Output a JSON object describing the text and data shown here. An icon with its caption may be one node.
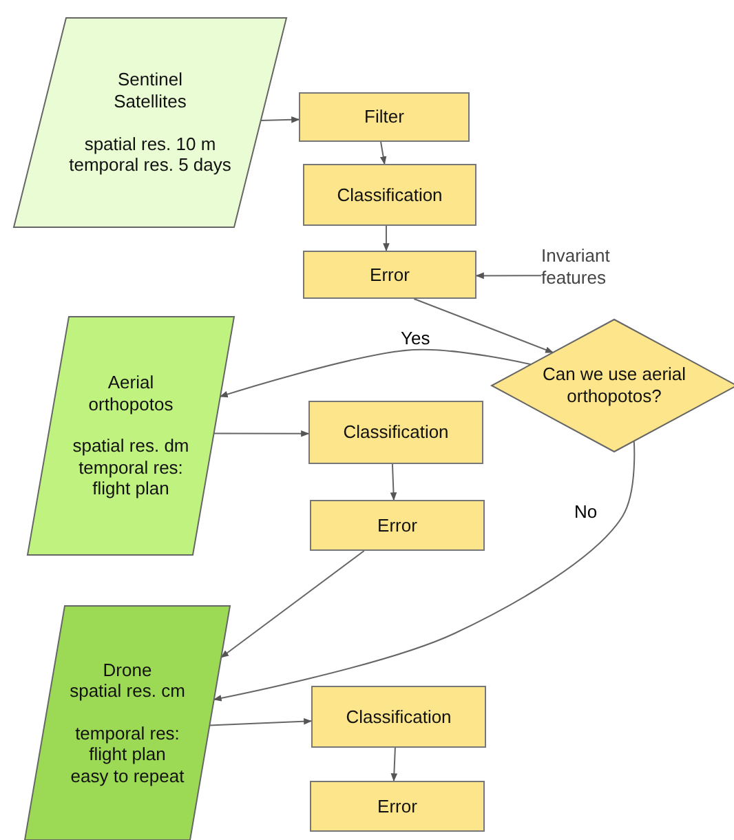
{
  "diagram": {
    "nodes": [
      {
        "text": [
          "Sentinel Satellites",
          "spatial res. 10 m temporal res. 5 days"
        ]
      },
      {
        "text": [
          "Filter"
        ]
      },
      {
        "text": [
          "Classification"
        ]
      },
      {
        "text": [
          "Error"
        ]
      },
      {
        "text": [
          "Invariant features"
        ]
      },
      {
        "text": [
          "Can we use aerial orthopotos?"
        ]
      },
      {
        "text": [
          "Aerial orthopotos",
          "spatial res. dm temporal res: flight plan"
        ]
      },
      {
        "text": [
          "Classification"
        ]
      },
      {
        "text": [
          "Error"
        ]
      },
      {
        "text": [
          "Drone",
          "spatial res. cm",
          "temporal res: flight plan easy to repeat"
        ]
      },
      {
        "text": [
          "Classification"
        ]
      },
      {
        "text": [
          "Error"
        ]
      }
    ],
    "edges": [
      {
        "from": 0,
        "to": 1,
        "arrow": "to"
      },
      {
        "from": 1,
        "to": 2,
        "arrow": "to"
      },
      {
        "from": 2,
        "to": 3,
        "arrow": "to"
      },
      {
        "from": 4,
        "to": 3,
        "arrow": "to"
      },
      {
        "from": 3,
        "to": 5,
        "arrow": "to"
      },
      {
        "from": 5,
        "to": 6,
        "arrow": "to",
        "label": "Yes"
      },
      {
        "from": 6,
        "to": 7,
        "arrow": "to"
      },
      {
        "from": 7,
        "to": 8,
        "arrow": "to"
      },
      {
        "from": 8,
        "to": 9,
        "arrow": "to"
      },
      {
        "from": 5,
        "to": 9,
        "arrow": "to",
        "label": "No"
      },
      {
        "from": 9,
        "to": 10,
        "arrow": "to"
      },
      {
        "from": 10,
        "to": 11,
        "arrow": "to"
      }
    ]
  }
}
